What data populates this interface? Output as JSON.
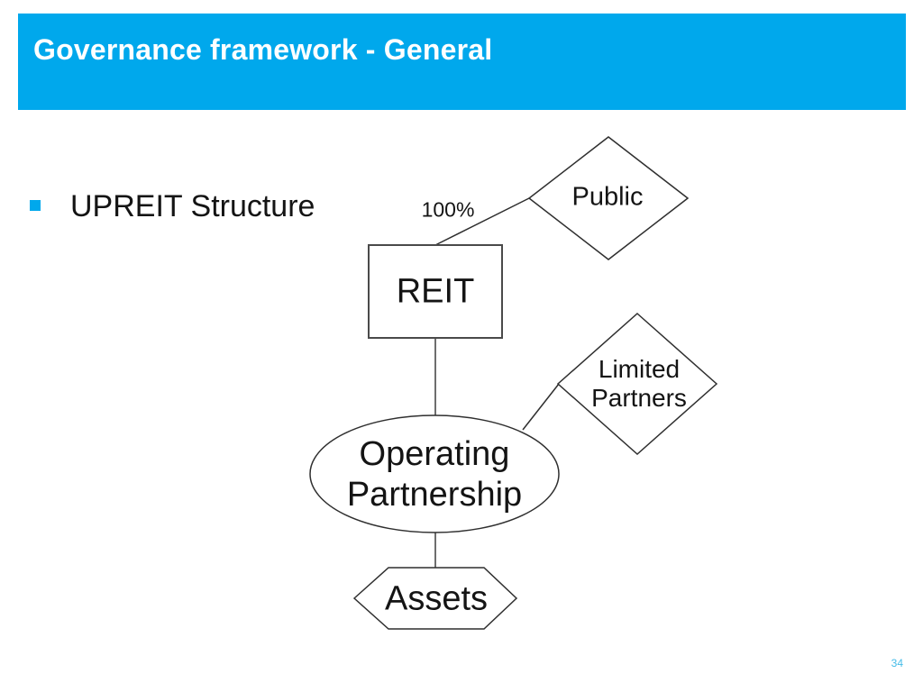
{
  "header": {
    "title": "Governance framework - General",
    "bar_color": "#00A8EC",
    "text_color": "#FFFFFF"
  },
  "bullet": {
    "label": "UPREIT Structure",
    "marker_color": "#00A8EC"
  },
  "diagram": {
    "title": "UPREIT Structure",
    "ownership_label": "100%",
    "nodes": {
      "public": {
        "label": "Public",
        "shape": "diamond"
      },
      "reit": {
        "label": "REIT",
        "shape": "rectangle"
      },
      "limited_partners": {
        "label": "Limited Partners",
        "lines": [
          "Limited",
          "Partners"
        ],
        "shape": "diamond"
      },
      "operating_partnership": {
        "label": "Operating Partnership",
        "lines": [
          "Operating",
          "Partnership"
        ],
        "shape": "ellipse"
      },
      "assets": {
        "label": "Assets",
        "shape": "hexagon"
      }
    },
    "edges": [
      {
        "from": "reit",
        "to": "public",
        "label": "100%"
      },
      {
        "from": "reit",
        "to": "operating_partnership",
        "label": ""
      },
      {
        "from": "operating_partnership",
        "to": "limited_partners",
        "label": ""
      },
      {
        "from": "operating_partnership",
        "to": "assets",
        "label": ""
      }
    ]
  },
  "footer": {
    "page_number": "34",
    "page_number_color": "#45BCE8"
  }
}
